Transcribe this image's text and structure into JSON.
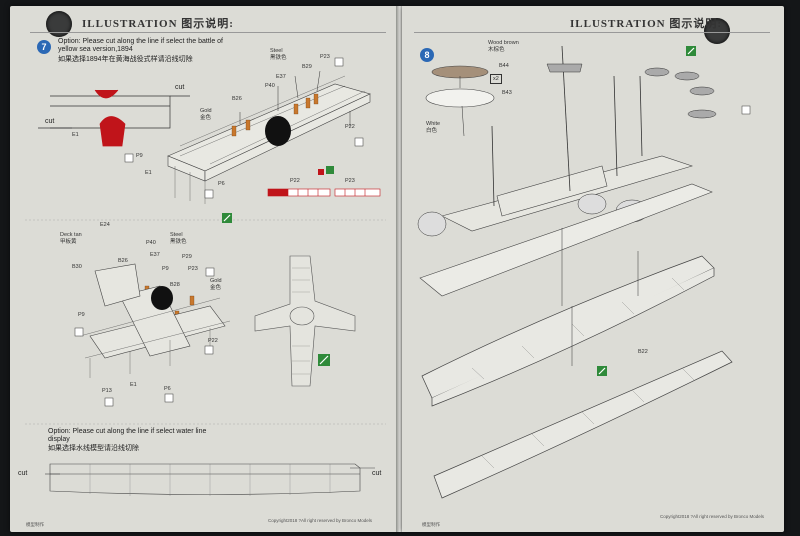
{
  "left": {
    "header": "ILLUSTRATION 图示说明:",
    "step_number": "7",
    "note1_en": "Option: Please cut along the line if select the battle of yellow sea version,1894",
    "note1_zh": "如果选择1894年在黄海战役式样请沿线切除",
    "cut": "cut",
    "labels": {
      "E1": "E1",
      "E37": "E37",
      "E24": "E24",
      "P40": "P40",
      "P29": "P29",
      "P23": "P23",
      "P22": "P22",
      "P9": "P9",
      "P6": "P6",
      "P13": "P13",
      "B26": "B26",
      "B28": "B28",
      "B29": "B29",
      "B30": "B30",
      "steel": "Steel",
      "steel_zh": "黑铁色",
      "gold": "Gold",
      "gold_zh": "金色",
      "deck_tan": "Deck tan",
      "deck_tan_zh": "甲板黄"
    },
    "note2_en": "Option: Please cut along the line if select water line display",
    "note2_zh": "如果选择水线模型请沿线切除",
    "footer_left": "模型制作",
    "copyright": "Copyright2018 ?All right reserved by Bronco Models"
  },
  "right": {
    "header": "ILLUSTRATION 图示说明:",
    "step_number": "8",
    "wood_brown": "Wood brown",
    "wood_brown_zh": "木棕色",
    "white": "White",
    "white_zh": "白色",
    "B44": "B44",
    "B43": "B43",
    "x2": "x2",
    "B22": "B22",
    "footer_left": "模型制作",
    "copyright": "Copyright2018 ?All right reserved by Bronco Models"
  },
  "colors": {
    "step": "#2b68b5",
    "red": "#c0141a",
    "paper": "#dcdcd6",
    "green": "#2f8a3a"
  }
}
